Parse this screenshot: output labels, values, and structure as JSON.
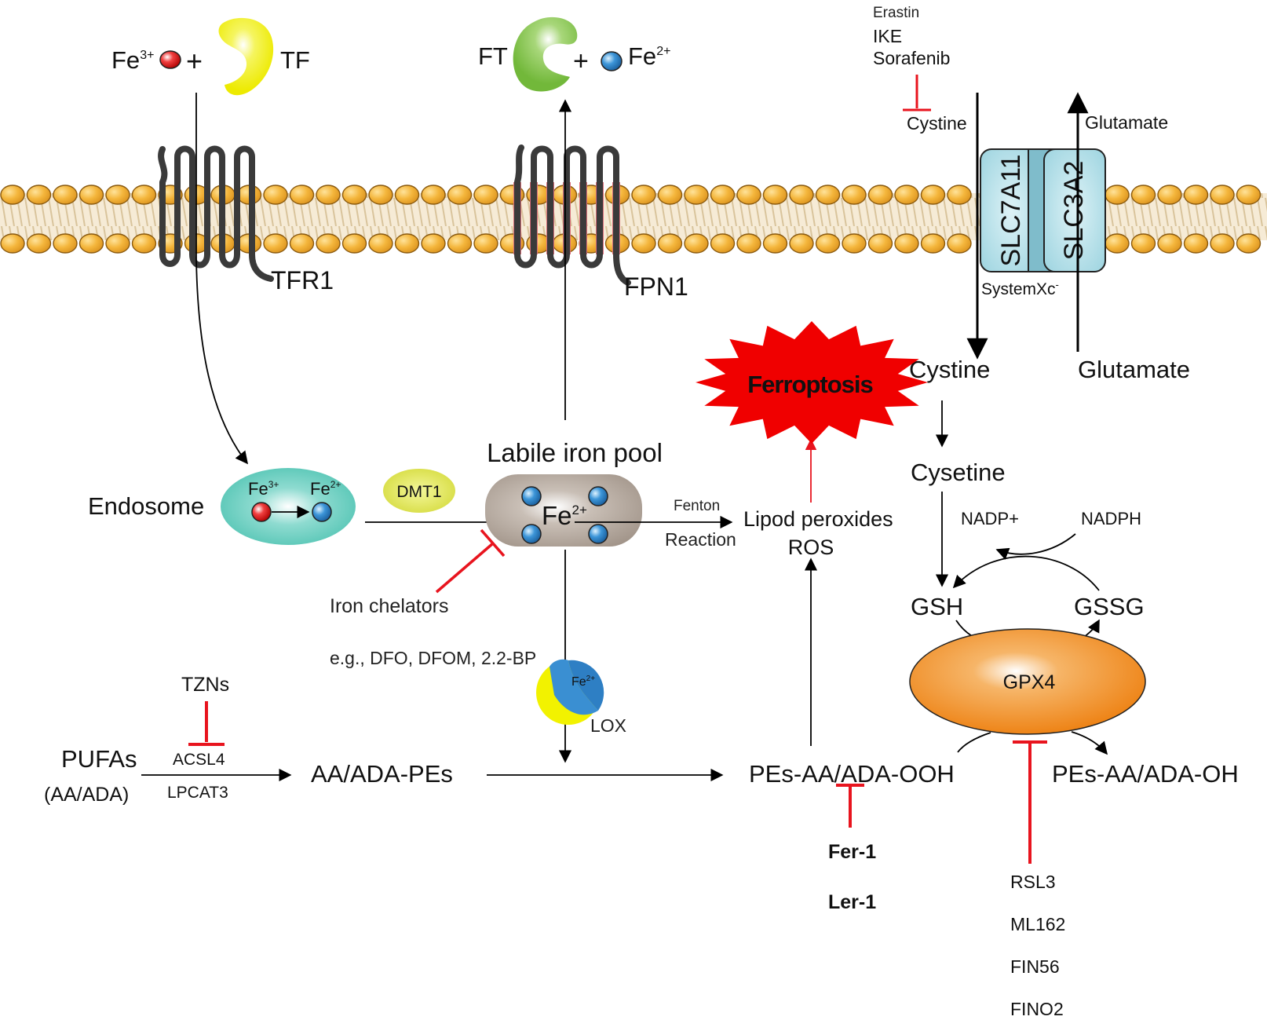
{
  "colors": {
    "membrane_head": "#F2B53A",
    "membrane_head_stroke": "#8A5A10",
    "membrane_tail": "#E9D4B0",
    "tfr1_helix": "#7B1C7B",
    "fpn1_helix": "#D9707A",
    "systemxc": "#A9DCE6",
    "ferroptosis": "#F00000",
    "inhibitor": "#E8141E",
    "gpx4": "#F08A1E",
    "endosome": "#5CC9B9",
    "lip": "#A89C92",
    "dmt1": "#D9DF45",
    "tf": "#F2F200",
    "ft": "#7FC241",
    "fe3_ball": "#E01515",
    "fe2_ball": "#2E7FC4"
  },
  "iron_import": {
    "fe3": "Fe",
    "fe3_charge": "3+",
    "plus": "+",
    "tf": "TF",
    "receptor": "TFR1",
    "endosome": "Endosome",
    "endo_fe3": "Fe",
    "endo_fe3_charge": "3+",
    "endo_fe2": "Fe",
    "endo_fe2_charge": "2+",
    "dmt1": "DMT1"
  },
  "iron_export": {
    "ft": "FT",
    "plus": "+",
    "fe2": "Fe",
    "fe2_charge": "2+",
    "exporter": "FPN1"
  },
  "labile_pool": {
    "title": "Labile iron pool",
    "fe": "Fe",
    "fe_charge": "2+",
    "chelators": "Iron chelators",
    "chelator_examples": "e.g., DFO, DFOM, 2.2-BP",
    "fenton_1": "Fenton",
    "fenton_2": "Reaction",
    "lox_fe": "Fe",
    "lox_fe_charge": "2+",
    "lox": "LOX"
  },
  "system_xc": {
    "inhibitor_1": "Erastin",
    "inhibitor_2": "IKE",
    "inhibitor_3": "Sorafenib",
    "cystine_out": "Cystine",
    "glutamate_out": "Glutamate",
    "slc7a11": "SLC7A11",
    "slc3a2": "SLC3A2",
    "system_name": "SystemXc",
    "system_sup": "-",
    "cystine_in": "Cystine",
    "glutamate_in": "Glutamate"
  },
  "gsh_cycle": {
    "cysteine": "Cysetine",
    "nadp": "NADP+",
    "nadph": "NADPH",
    "gsh": "GSH",
    "gssg": "GSSG",
    "gpx4": "GPX4",
    "gpx4_inhibitors": [
      "RSL3",
      "ML162",
      "FIN56",
      "FINO2"
    ]
  },
  "lipid_path": {
    "tzns": "TZNs",
    "pufas": "PUFAs",
    "pufas_sub": "(AA/ADA)",
    "acsl4": "ACSL4",
    "lpcat3": "LPCAT3",
    "aa_ada_pes": "AA/ADA-PEs",
    "pes_ooh": "PEs-AA/ADA-OOH",
    "pes_oh": "PEs-AA/ADA-OH",
    "fer1": "Fer-1",
    "ler1": "Ler-1"
  },
  "outcome": {
    "peroxides_1": "Lipod peroxides",
    "peroxides_2": "ROS",
    "ferroptosis": "Ferroptosis"
  }
}
